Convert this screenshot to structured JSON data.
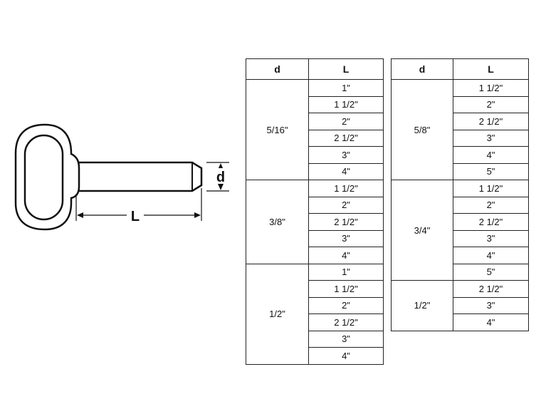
{
  "drawing": {
    "diameter_label": "d",
    "length_label": "L"
  },
  "tables": [
    {
      "headers": [
        "d",
        "L"
      ],
      "groups": [
        {
          "d": "5/16\"",
          "lengths": [
            "1\"",
            "1 1/2\"",
            "2\"",
            "2 1/2\"",
            "3\"",
            "4\""
          ]
        },
        {
          "d": "3/8\"",
          "lengths": [
            "1 1/2\"",
            "2\"",
            "2 1/2\"",
            "3\"",
            "4\""
          ]
        },
        {
          "d": "1/2\"",
          "lengths": [
            "1\"",
            "1 1/2\"",
            "2\"",
            "2 1/2\"",
            "3\"",
            "4\""
          ]
        }
      ]
    },
    {
      "headers": [
        "d",
        "L"
      ],
      "groups": [
        {
          "d": "5/8\"",
          "lengths": [
            "1 1/2\"",
            "2\"",
            "2 1/2\"",
            "3\"",
            "4\"",
            "5\""
          ]
        },
        {
          "d": "3/4\"",
          "lengths": [
            "1 1/2\"",
            "2\"",
            "2 1/2\"",
            "3\"",
            "4\"",
            "5\""
          ]
        },
        {
          "d": "1/2\"",
          "lengths": [
            "2 1/2\"",
            "3\"",
            "4\""
          ]
        }
      ]
    }
  ]
}
